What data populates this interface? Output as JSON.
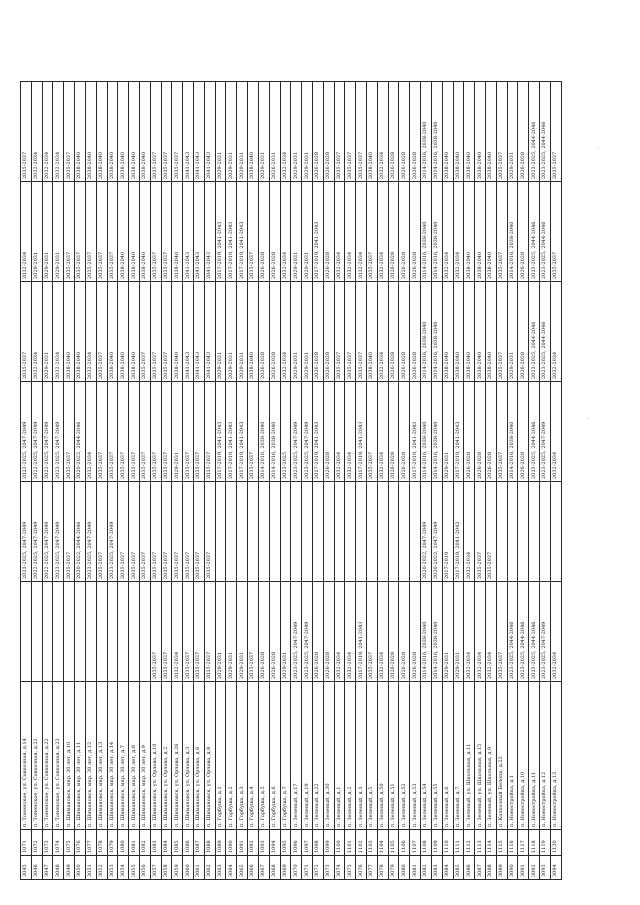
{
  "rows": [
    [
      "3045",
      "1071",
      "п. Тоненское, ул. Совхозная, д.14",
      "",
      "2023-2025, 2047-2049",
      "2023-2025, 2047-2049",
      "2035-2037",
      "2032-2034",
      "2035-2037"
    ],
    [
      "3046",
      "1072",
      "п. Тоненское, ул. Совхозная, д.21",
      "",
      "2022-2025, 2047-2049",
      "2022-2025, 2047-2049",
      "2032-2034",
      "2029-2031",
      "2032-2034"
    ],
    [
      "3047",
      "1073",
      "п. Тоненское, ул. Совхозная, д.22",
      "",
      "2022-2025, 2047-2049",
      "2022-2025, 2047-2049",
      "2029-2031",
      "2029-2031",
      "2032-2034"
    ],
    [
      "3048",
      "1074",
      "п. Тоненское, ул. Совхозная, д.23",
      "",
      "2023-2025, 2047-2049",
      "2023-2025, 2047-2049",
      "2032-2034",
      "2029-2031",
      "2032-2034"
    ],
    [
      "3049",
      "1075",
      "п. Шимановск, мкр. 30 лет, д.10",
      "",
      "2035-2037",
      "2035-2037",
      "2038-2040",
      "2035-2037",
      "2035-2037"
    ],
    [
      "3050",
      "1076",
      "п. Шимановск, мкр. 30 лет, д.11",
      "",
      "2020-2022, 2044-2046",
      "2020-2022, 2044-2046",
      "2038-2040",
      "2035-2037",
      "2038-2040"
    ],
    [
      "3051",
      "1077",
      "п. Шимановск, мкр. 30 лет, д.12",
      "",
      "2023-2025, 2047-2049",
      "2032-2034",
      "2032-2034",
      "2035-2037",
      "2038-2040"
    ],
    [
      "3052",
      "1078",
      "п. Шимановск, мкр. 30 лет, д.13",
      "",
      "2035-2037",
      "2035-2037",
      "2035-2037",
      "2035-2037",
      "2038-2040"
    ],
    [
      "3053",
      "1079",
      "п. Шимановск, мкр. 30 лет, д.14",
      "",
      "2023-2025, 2047-2049",
      "2035-2037",
      "2038-2040",
      "2035-2037",
      "2038-2040"
    ],
    [
      "3054",
      "1080",
      "п. Шимановск, мкр. 30 лет, д.7",
      "",
      "2035-2037",
      "2035-2037",
      "2038-2040",
      "2038-2040",
      "2038-2040"
    ],
    [
      "3055",
      "1081",
      "п. Шимановск, мкр. 30 лет, д.8",
      "",
      "2035-2037",
      "2035-2037",
      "2038-2040",
      "2038-2040",
      "2038-2040"
    ],
    [
      "3056",
      "1082",
      "п. Шимановск, мкр. 30 лет, д.9",
      "",
      "2035-2037",
      "2035-2037",
      "2035-2037",
      "2038-2040",
      "2038-2040"
    ],
    [
      "3057",
      "1083",
      "п. Шимановск, ул. Орлова, д.10",
      "2035-2037",
      "2035-2037",
      "2035-2037",
      "2035-2037",
      "2035-2037",
      "2035-2037"
    ],
    [
      "3058",
      "1084",
      "п. Шимановск, ул. Орлова, д.2",
      "2035-2037",
      "2035-2037",
      "2035-2037",
      "2035-2037",
      "2035-2037",
      "2035-2037"
    ],
    [
      "3059",
      "1085",
      "п. Шимановск, ул. Орлова, д.26",
      "2032-2034",
      "2035-2037",
      "2029-2031",
      "2038-2040",
      "2038-2040",
      "2035-2037"
    ],
    [
      "3060",
      "1086",
      "п. Шимановск, ул. Орлова, д.3",
      "2035-2037",
      "2035-2037",
      "2035-2037",
      "2041-2043",
      "2041-2043",
      "2041-2043"
    ],
    [
      "3061",
      "1087",
      "п. Шимановск, ул. Орлова, д.6",
      "2035-2037",
      "2035-2037",
      "2035-2037",
      "2041-2043",
      "2041-2043",
      "2041-2043"
    ],
    [
      "3062",
      "1088",
      "п. Шимановск, ул. Орлова, д.8",
      "2035-2037",
      "2035-2037",
      "2035-2037",
      "2041-2043",
      "2041-2043",
      "2041-2043"
    ],
    [
      "3063",
      "1089",
      "п. Горбуша, д.1",
      "2029-2031",
      "",
      "2017-2019, 2041-2043",
      "2029-2031",
      "2017-2019, 2041-2043",
      "2029-2031"
    ],
    [
      "3064",
      "1090",
      "п. Горбуша, д.2",
      "2029-2031",
      "",
      "2017-2019, 2041-2043",
      "2029-2031",
      "2017-2019, 2041-2043",
      "2029-2031"
    ],
    [
      "3065",
      "1091",
      "п. Горбуша, д.3",
      "2029-2031",
      "",
      "2017-2019, 2041-2043",
      "2029-2031",
      "2017-2019, 2041-2043",
      "2029-2031"
    ],
    [
      "3066",
      "1092",
      "п. Горбуша, д.4",
      "2035-2037",
      "",
      "2035-2037",
      "2038-2040",
      "2035-2037",
      "2038-2040"
    ],
    [
      "3067",
      "1093",
      "п. Горбуша, д.5",
      "2026-2028",
      "",
      "2014-2016, 2038-2040",
      "2026-2028",
      "2026-2028",
      "2029-2031"
    ],
    [
      "3068",
      "1094",
      "п. Горбуша, д.6",
      "2026-2028",
      "",
      "2014-2016, 2038-2040",
      "2026-2028",
      "2026-2028",
      "2026-2031"
    ],
    [
      "3069",
      "1095",
      "п. Горбуша, д.7",
      "2029-2031",
      "",
      "2023-2025",
      "2032-2034",
      "2032-2034",
      "2032-2034"
    ],
    [
      "3070",
      "1096",
      "п. Зеленый, д.17",
      "2023-2025, 2047-2049",
      "",
      "2023-2025, 2047-2049",
      "2029-2031",
      "2029-2031",
      "2029-2031"
    ],
    [
      "3071",
      "1097",
      "п. Зеленый, д.19",
      "2023-2025, 2047-2049",
      "",
      "2023-2025, 2047-2049",
      "2029-2031",
      "2029-2031",
      "2029-2031"
    ],
    [
      "3072",
      "1098",
      "п. Зеленый, д.22",
      "2026-2028",
      "",
      "2017-2019, 2041-2043",
      "2026-2028",
      "2017-2019, 2041-2043",
      "2026-2028"
    ],
    [
      "3073",
      "1099",
      "п. Зеленый, д.30",
      "2026-2028",
      "",
      "2026-2028",
      "2026-2028",
      "2026-2028",
      "2026-2028"
    ],
    [
      "3074",
      "1100",
      "п. Зеленый, д.1",
      "2032-2034",
      "",
      "2032-2034",
      "2035-2037",
      "2032-2034",
      "2035-2037"
    ],
    [
      "3075",
      "1101",
      "п. Зеленый, д.2",
      "2032-2034",
      "",
      "2032-2034",
      "2035-2037",
      "2032-2034",
      "2035-2037"
    ],
    [
      "3076",
      "1102",
      "п. Зеленый, д.3",
      "2017-2019, 2041-2043",
      "",
      "2017-2019, 2041-2043",
      "2035-2037",
      "2032-2034",
      "2035-2037"
    ],
    [
      "3077",
      "1103",
      "п. Зеленый, д.5",
      "2035-2037",
      "",
      "2035-2037",
      "2038-2040",
      "2035-2037",
      "2038-2040"
    ],
    [
      "3078",
      "1104",
      "п. Зеленый, д.50",
      "2032-2034",
      "",
      "2032-2034",
      "2032-2034",
      "2032-2034",
      "2032-2034"
    ],
    [
      "3079",
      "1105",
      "п. Зеленый, д.51",
      "2026-2028",
      "",
      "2026-2028",
      "2026-2028",
      "2026-2028",
      "2026-2028"
    ],
    [
      "3080",
      "1106",
      "п. Зеленый, д.52",
      "2026-2028",
      "",
      "2026-2028",
      "2026-2028",
      "2026-2028",
      "2026-2028"
    ],
    [
      "3081",
      "1107",
      "п. Зеленый, д.53",
      "2026-2028",
      "",
      "2017-2019, 2041-2043",
      "2026-2028",
      "2026-2028",
      "2026-2028"
    ],
    [
      "3082",
      "1108",
      "п. Зеленый, д.54",
      "2014-2016, 2038-2040",
      "2020-2022, 2047-2049",
      "2014-2016, 2038-2040",
      "2014-2016, 2038-2040",
      "2014-2016, 2038-2040",
      "2014-2016, 2038-2040"
    ],
    [
      "3083",
      "1109",
      "п. Зеленый, д.55",
      "2014-2016, 2038-2040",
      "2020-2022, 2047-2049",
      "2014-2016, 2038-2040",
      "2014-2016, 2038-2040",
      "2014-2016, 2038-2040",
      "2014-2016, 2038-2040"
    ],
    [
      "3084",
      "1110",
      "п. Зеленый, д.6",
      "2029-2031",
      "2017-2019",
      "2029-2031",
      "2038-2040",
      "2032-2034",
      "2038-2040"
    ],
    [
      "3085",
      "1111",
      "п. Зеленый, д.7",
      "2029-2031",
      "2017-2019, 2041-2043",
      "2017-2019, 2041-2043",
      "2038-2040",
      "2032-2034",
      "2038-2040"
    ],
    [
      "3086",
      "1112",
      "п. Зеленый, ул. Школьная, д.11",
      "2032-2034",
      "2032-2034",
      "2026-2028",
      "2038-2040",
      "2038-2040",
      "2038-2040"
    ],
    [
      "3087",
      "1113",
      "п. Зеленый, ул. Школьная, д.15",
      "2032-2034",
      "2035-2037",
      "2026-2028",
      "2038-2040",
      "2038-2040",
      "2038-2040"
    ],
    [
      "3088",
      "1114",
      "п. Зеленый, ул. Школьная, д.9",
      "2032-2034",
      "2035-2037",
      "2026-2028",
      "2038-2040",
      "2038-2040",
      "2038-2040"
    ],
    [
      "3089",
      "1115",
      "п. Колхозный Белоцк, д.22",
      "2035-2037",
      "",
      "2035-2037",
      "2035-2037",
      "2035-2037",
      "2035-2037"
    ],
    [
      "3090",
      "1116",
      "п. Новостройка, д.1",
      "2023-2025, 2044-2046",
      "",
      "2014-2016, 2038-2040",
      "2029-2031",
      "2014-2016, 2038-2040",
      "2029-2031"
    ],
    [
      "3091",
      "1117",
      "п. Новостройка, д.10",
      "2023-2025, 2044-2046",
      "",
      "2026-2028",
      "2026-2028",
      "2026-2028",
      "2026-2028"
    ],
    [
      "3092",
      "1118",
      "п. Новостройка, д.11",
      "2023-2025, 2044-2046",
      "",
      "2023-2025, 2044-2046",
      "2023-2025, 2044-2046",
      "2023-2025, 2044-2046",
      "2023-2025, 2044-2046"
    ],
    [
      "3093",
      "1119",
      "п. Новостройка, д.12",
      "2023-2025, 2047-2049",
      "",
      "2023-2025, 2047-2049",
      "2023-2025, 2044-2046",
      "2023-2025, 2044-2046",
      "2023-2025, 2044-2046"
    ],
    [
      "3094",
      "1120",
      "п. Новостройка, д.13",
      "2032-2034",
      "",
      "2032-2034",
      "2032-2034",
      "2035-2037",
      "2035-2037"
    ]
  ]
}
